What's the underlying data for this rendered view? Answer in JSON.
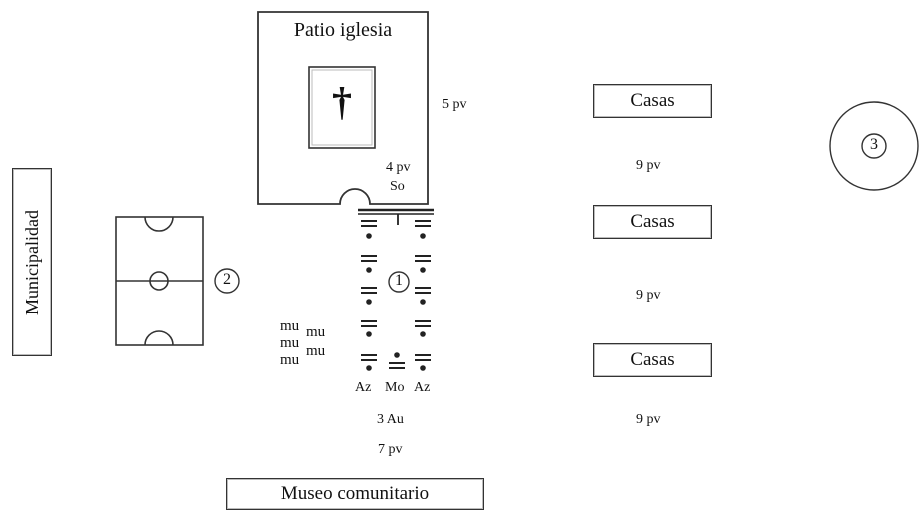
{
  "church": {
    "title": "Patio iglesia",
    "cross": "†",
    "label_4pv": "4 pv",
    "label_so": "So",
    "label_5pv": "5 pv"
  },
  "municipalidad": "Municipalidad",
  "museo": "Museo comunitario",
  "casas": [
    "Casas",
    "Casas",
    "Casas"
  ],
  "pv_right": [
    "9 pv",
    "9 pv",
    "9 pv"
  ],
  "markers": [
    "1",
    "2",
    "3"
  ],
  "procession": {
    "mu": [
      "mu",
      "mu",
      "mu",
      "mu",
      "mu"
    ],
    "bottom": [
      "Az",
      "Mo",
      "Az"
    ],
    "au": "3 Au",
    "pv": "7 pv"
  }
}
